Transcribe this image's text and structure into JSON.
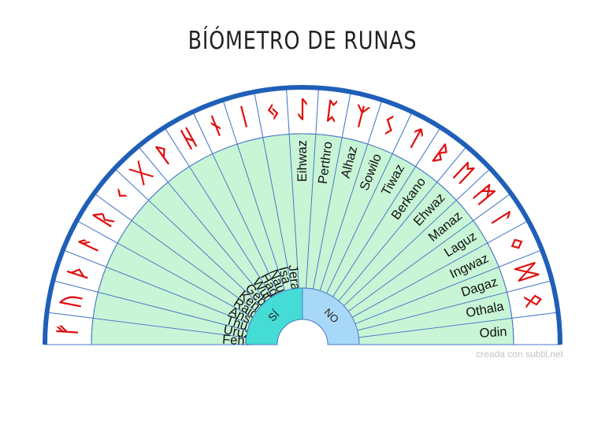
{
  "title": "BÍÓMETRO DE RUNAS",
  "credit": "creada con subtil.net",
  "center": {
    "yes_label": "SÍ",
    "no_label": "NO"
  },
  "sectors": [
    {
      "name": "Fehu",
      "rune": "ᚠ"
    },
    {
      "name": "Uruz",
      "rune": "ᚢ"
    },
    {
      "name": "Thurisaz",
      "rune": "ᚦ"
    },
    {
      "name": "Ansuz",
      "rune": "ᚨ"
    },
    {
      "name": "Raidho",
      "rune": "ᚱ"
    },
    {
      "name": "Kenaz",
      "rune": "ᚲ"
    },
    {
      "name": "Gebo",
      "rune": "ᚷ"
    },
    {
      "name": "Wunjo",
      "rune": "ᚹ"
    },
    {
      "name": "Hagalaz",
      "rune": "ᚺ"
    },
    {
      "name": "Naudhiz",
      "rune": "ᚾ"
    },
    {
      "name": "Isa",
      "rune": "ᛁ"
    },
    {
      "name": "Jera",
      "rune": "ᛃ"
    },
    {
      "name": "Eihwaz",
      "rune": "ᛇ"
    },
    {
      "name": "Perthro",
      "rune": "ᛈ"
    },
    {
      "name": "Alhaz",
      "rune": "ᛉ"
    },
    {
      "name": "Sowilo",
      "rune": "ᛊ"
    },
    {
      "name": "Tiwaz",
      "rune": "ᛏ"
    },
    {
      "name": "Berkano",
      "rune": "ᛒ"
    },
    {
      "name": "Ehwaz",
      "rune": "ᛖ"
    },
    {
      "name": "Manaz",
      "rune": "ᛗ"
    },
    {
      "name": "Laguz",
      "rune": "ᛚ"
    },
    {
      "name": "Ingwaz",
      "rune": "ᛜ"
    },
    {
      "name": "Dagaz",
      "rune": "ᛞ"
    },
    {
      "name": "Othala",
      "rune": "ᛟ"
    },
    {
      "name": "Odin",
      "rune": ""
    }
  ],
  "colors": {
    "wedge_fill": "#c8f5d5",
    "divider": "#4a78c8",
    "rim": "#1f5fb8",
    "rune": "#e01010",
    "yes_fill": "#44dcd4",
    "no_fill": "#a8d8f8",
    "label": "#111111"
  }
}
